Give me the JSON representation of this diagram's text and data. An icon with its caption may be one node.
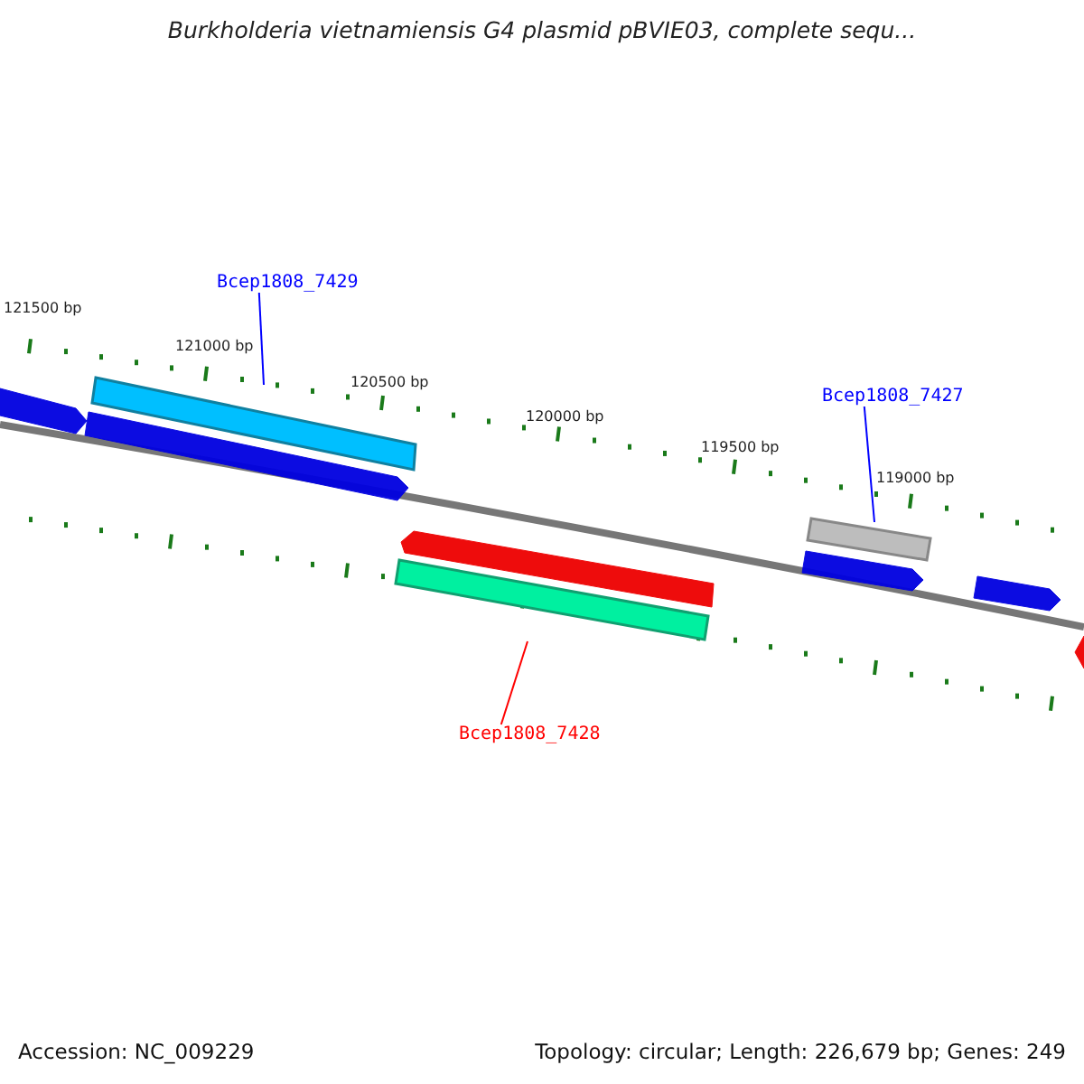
{
  "diagram": {
    "title": "Burkholderia vietnamiensis G4 plasmid pBVIE03, complete sequ...",
    "nodes": [
      {
        "text": [
          "Bcep1808_7429"
        ]
      },
      {
        "text": [],
        "shape": "bar"
      },
      {
        "text": [
          "Bcep1808_7427"
        ]
      },
      {
        "text": [],
        "shape": "bar"
      },
      {
        "text": [
          "Bcep1808_7428"
        ]
      },
      {
        "text": [],
        "shape": "bar"
      }
    ],
    "edges": [
      {
        "from": 0,
        "to": 1,
        "arrow": "none"
      },
      {
        "from": 2,
        "to": 3,
        "arrow": "none"
      },
      {
        "from": 4,
        "to": 5,
        "arrow": "none",
        "color": "#ff0000"
      }
    ],
    "labels": [
      "121500 bp",
      "121000 bp",
      "120500 bp",
      "120000 bp",
      "119500 bp",
      "119000 bp",
      "Accession: NC_009229",
      "Topology: circular; Length: 226,679 bp; Genes: 249"
    ]
  }
}
